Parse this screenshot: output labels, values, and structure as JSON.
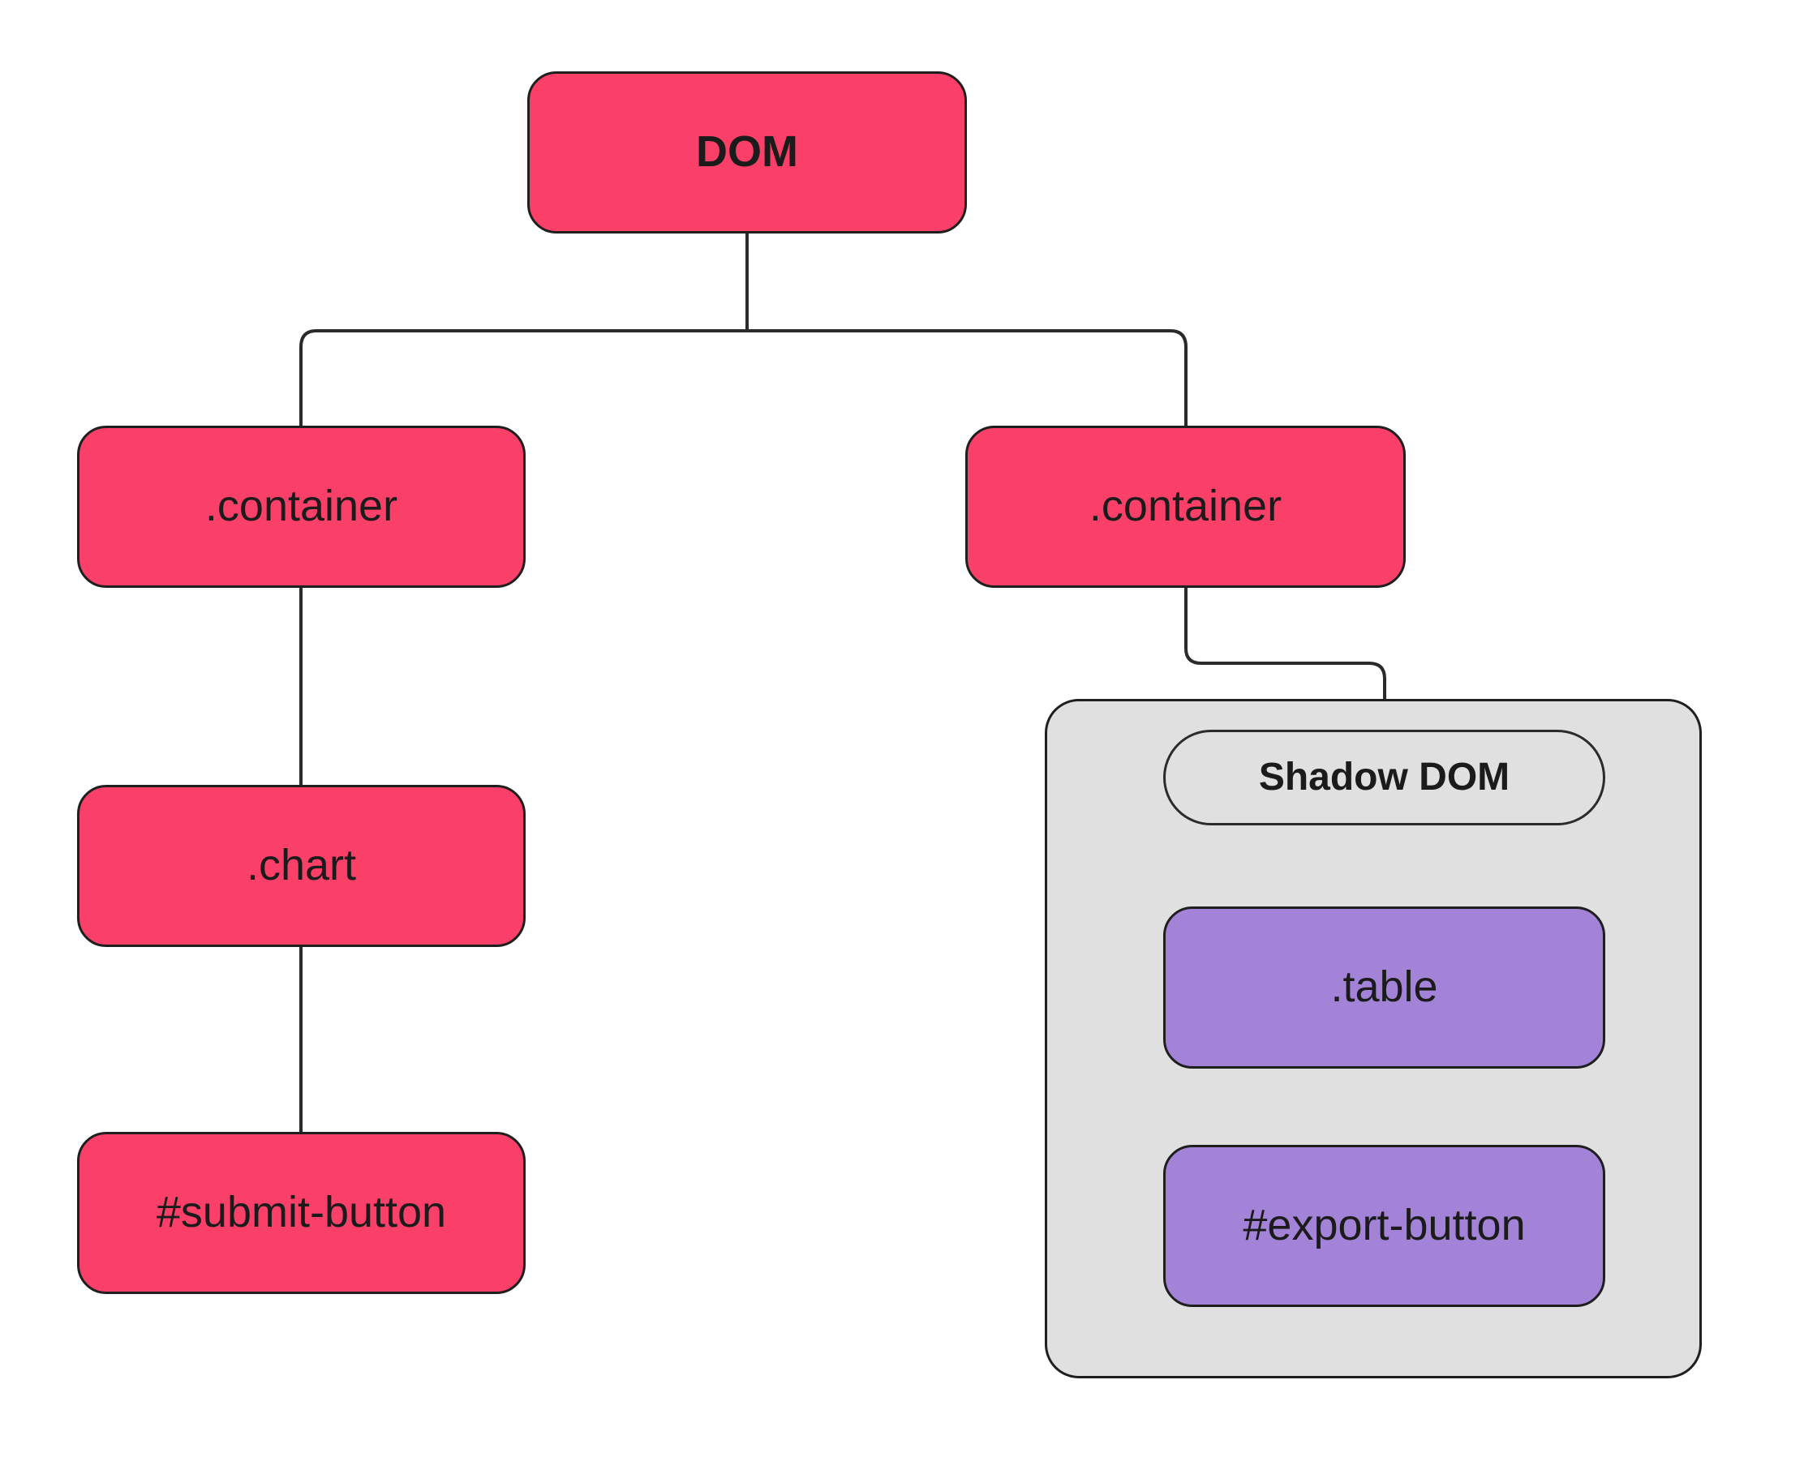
{
  "diagram": {
    "title": "DOM and Shadow DOM tree",
    "colors": {
      "node_pink": "#fa4069",
      "node_purple": "#a383d8",
      "cluster_gray": "#e0e0e0",
      "stroke": "#1f1f1f",
      "text": "#1b1b1b",
      "background": "#ffffff"
    },
    "nodes": {
      "dom": {
        "label": "DOM",
        "style": "pink",
        "bold": true
      },
      "container_left": {
        "label": ".container",
        "style": "pink",
        "bold": false
      },
      "container_right": {
        "label": ".container",
        "style": "pink",
        "bold": false
      },
      "chart": {
        "label": ".chart",
        "style": "pink",
        "bold": false
      },
      "submit_button": {
        "label": "#submit-button",
        "style": "pink",
        "bold": false
      },
      "shadow_dom": {
        "label": "Shadow DOM",
        "style": "cluster-label",
        "bold": true
      },
      "table": {
        "label": ".table",
        "style": "purple",
        "bold": false
      },
      "export_button": {
        "label": "#export-button",
        "style": "purple",
        "bold": false
      }
    },
    "edges": [
      {
        "from": "dom",
        "to": "container_left"
      },
      {
        "from": "dom",
        "to": "container_right"
      },
      {
        "from": "container_left",
        "to": "chart"
      },
      {
        "from": "chart",
        "to": "submit_button"
      },
      {
        "from": "container_right",
        "to": "shadow_dom"
      },
      {
        "from": "shadow_dom",
        "to": "table"
      },
      {
        "from": "table",
        "to": "export_button"
      }
    ]
  }
}
